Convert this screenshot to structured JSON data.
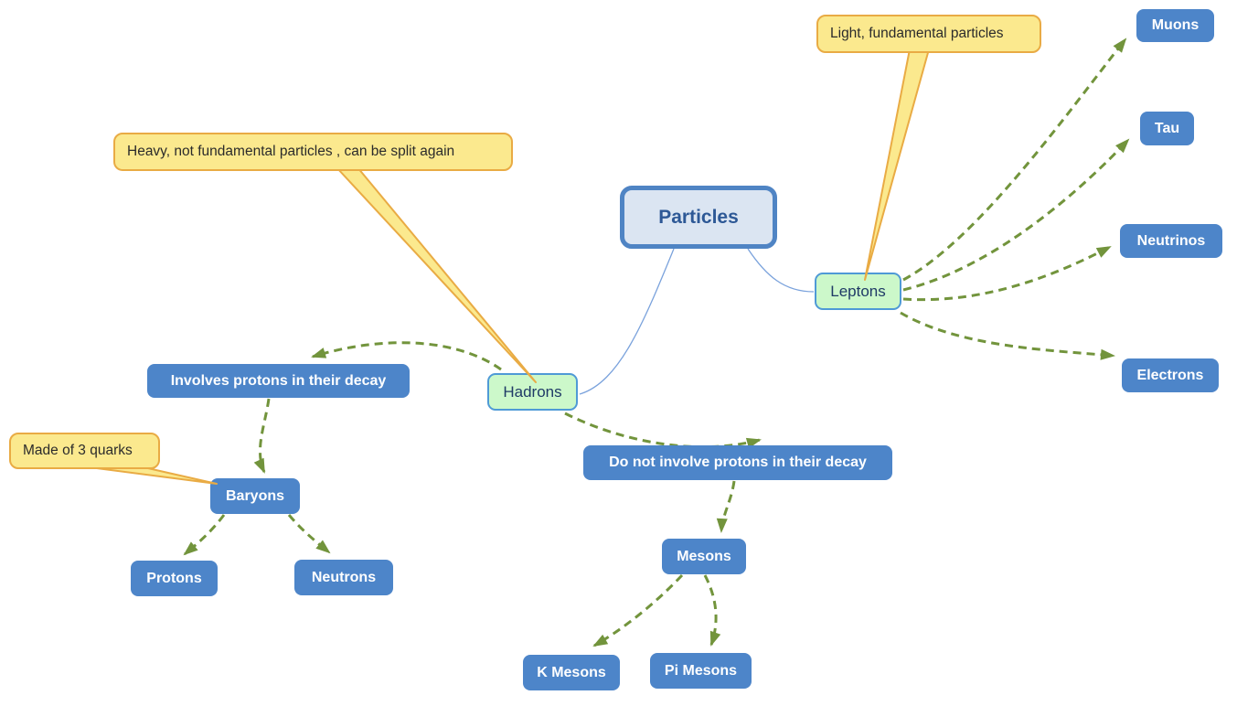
{
  "diagram": {
    "type": "mind-map",
    "topic": "particle physics classification"
  },
  "palette": {
    "leaf_box_fill": "#4d85c9",
    "leaf_box_text": "#ffffff",
    "topic_fill": "#ccf8ca",
    "topic_border": "#4f9ad6",
    "topic_text": "#1f3a66",
    "root_fill": "#dbe5f2",
    "root_border": "#4f84c4",
    "root_text": "#2d5896",
    "callout_fill": "#fbe98e",
    "callout_border": "#e9ab44",
    "callout_text": "#2b2b2b",
    "dashed_edge": "#72943c",
    "plain_edge": "#7aa2dc"
  },
  "nodes": {
    "particles": {
      "label": "Particles"
    },
    "leptons": {
      "label": "Leptons"
    },
    "hadrons": {
      "label": "Hadrons"
    },
    "muons": {
      "label": "Muons"
    },
    "tau": {
      "label": "Tau"
    },
    "neutrinos": {
      "label": "Neutrinos"
    },
    "electrons": {
      "label": "Electrons"
    },
    "involves": {
      "label": "Involves protons in their decay"
    },
    "donot": {
      "label": "Do not involve protons in their decay"
    },
    "baryons": {
      "label": "Baryons"
    },
    "protons": {
      "label": "Protons"
    },
    "neutrons": {
      "label": "Neutrons"
    },
    "mesons": {
      "label": "Mesons"
    },
    "kmesons": {
      "label": "K Mesons"
    },
    "pimesons": {
      "label": "Pi Mesons"
    }
  },
  "callouts": {
    "light": {
      "text": "Light, fundamental particles",
      "attached_to": "Leptons"
    },
    "heavy": {
      "text": "Heavy, not fundamental particles , can be split  again",
      "attached_to": "Hadrons"
    },
    "quarks": {
      "text": "Made of 3 quarks",
      "attached_to": "Baryons"
    }
  }
}
